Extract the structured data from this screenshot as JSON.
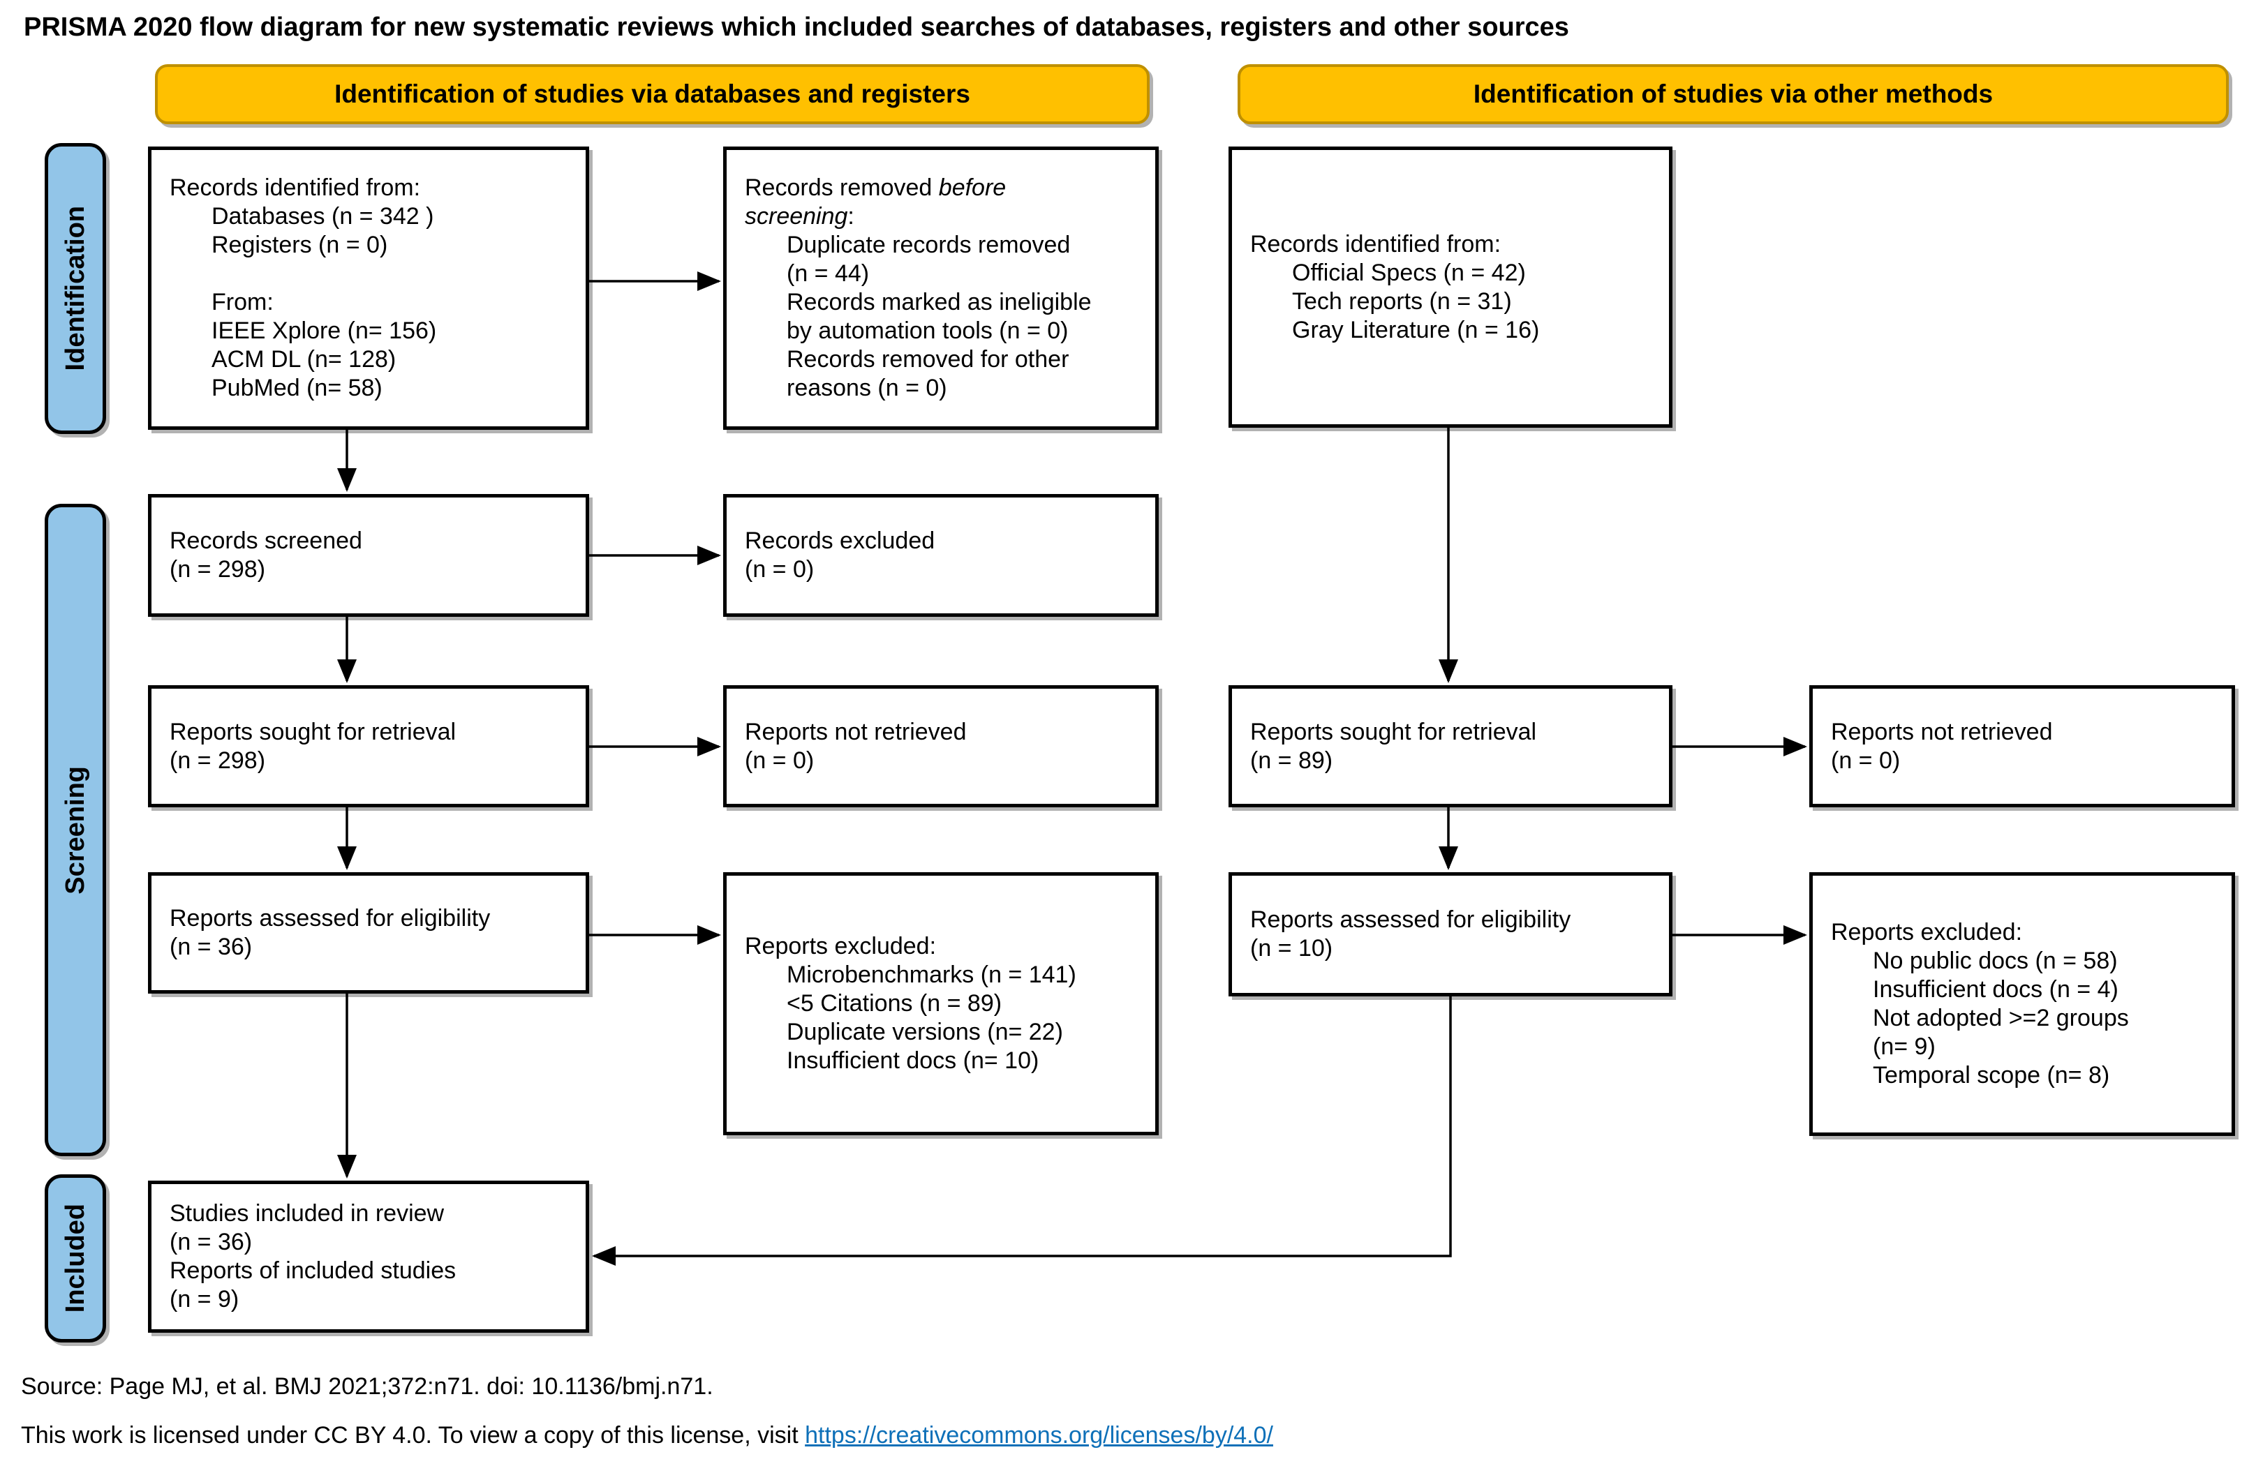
{
  "title": "PRISMA 2020 flow diagram for new systematic reviews which included searches of databases, registers and other sources",
  "banners": {
    "left": "Identification of studies via databases and registers",
    "right": "Identification of studies via other methods"
  },
  "stages": {
    "identification": "Identification",
    "screening": "Screening",
    "included": "Included"
  },
  "colors": {
    "banner_fill": "#FFC000",
    "banner_border": "#BF9000",
    "stage_fill": "#92C5E8",
    "link": "#0E70B8"
  },
  "boxes": {
    "records_identified_databases": {
      "lines": [
        {
          "ind": 0,
          "segs": [
            {
              "t": "Records identified from:"
            }
          ]
        },
        {
          "ind": 1,
          "segs": [
            {
              "t": "Databases (n = 342 )"
            }
          ]
        },
        {
          "ind": 1,
          "segs": [
            {
              "t": "Registers (n = 0)"
            }
          ]
        },
        {
          "ind": 0,
          "segs": [
            {
              "t": ""
            }
          ]
        },
        {
          "ind": 1,
          "segs": [
            {
              "t": "From:"
            }
          ]
        },
        {
          "ind": 1,
          "segs": [
            {
              "t": "IEEE Xplore (n= 156)"
            }
          ]
        },
        {
          "ind": 1,
          "segs": [
            {
              "t": "ACM DL (n= 128)"
            }
          ]
        },
        {
          "ind": 1,
          "segs": [
            {
              "t": "PubMed (n= 58)"
            }
          ]
        }
      ]
    },
    "records_removed_before_screening": {
      "lines": [
        {
          "ind": 0,
          "segs": [
            {
              "t": "Records removed "
            },
            {
              "t": "before",
              "italic": true
            }
          ]
        },
        {
          "ind": 0,
          "segs": [
            {
              "t": "screening",
              "italic": true
            },
            {
              "t": ":"
            }
          ]
        },
        {
          "ind": 1,
          "segs": [
            {
              "t": "Duplicate records removed"
            }
          ]
        },
        {
          "ind": 1,
          "segs": [
            {
              "t": "(n = 44)"
            }
          ]
        },
        {
          "ind": 1,
          "segs": [
            {
              "t": "Records marked as ineligible"
            }
          ]
        },
        {
          "ind": 1,
          "segs": [
            {
              "t": "by automation tools (n = 0)"
            }
          ]
        },
        {
          "ind": 1,
          "segs": [
            {
              "t": "Records removed for other"
            }
          ]
        },
        {
          "ind": 1,
          "segs": [
            {
              "t": "reasons (n = 0)"
            }
          ]
        }
      ]
    },
    "records_identified_other": {
      "lines": [
        {
          "ind": 0,
          "segs": [
            {
              "t": "Records identified from:"
            }
          ]
        },
        {
          "ind": 1,
          "segs": [
            {
              "t": "Official Specs (n = 42)"
            }
          ]
        },
        {
          "ind": 1,
          "segs": [
            {
              "t": "Tech reports (n = 31)"
            }
          ]
        },
        {
          "ind": 1,
          "segs": [
            {
              "t": "Gray Literature (n = 16)"
            }
          ]
        }
      ]
    },
    "records_screened": {
      "lines": [
        {
          "ind": 0,
          "segs": [
            {
              "t": "Records screened"
            }
          ]
        },
        {
          "ind": 0,
          "segs": [
            {
              "t": "(n = 298)"
            }
          ]
        }
      ]
    },
    "records_excluded": {
      "lines": [
        {
          "ind": 0,
          "segs": [
            {
              "t": "Records excluded"
            }
          ]
        },
        {
          "ind": 0,
          "segs": [
            {
              "t": "(n = 0)"
            }
          ]
        }
      ]
    },
    "reports_sought_db": {
      "lines": [
        {
          "ind": 0,
          "segs": [
            {
              "t": "Reports sought for retrieval"
            }
          ]
        },
        {
          "ind": 0,
          "segs": [
            {
              "t": "(n = 298)"
            }
          ]
        }
      ]
    },
    "reports_not_retrieved_db": {
      "lines": [
        {
          "ind": 0,
          "segs": [
            {
              "t": "Reports not retrieved"
            }
          ]
        },
        {
          "ind": 0,
          "segs": [
            {
              "t": "(n = 0)"
            }
          ]
        }
      ]
    },
    "reports_assessed_db": {
      "lines": [
        {
          "ind": 0,
          "segs": [
            {
              "t": "Reports assessed for eligibility"
            }
          ]
        },
        {
          "ind": 0,
          "segs": [
            {
              "t": "(n = 36)"
            }
          ]
        }
      ]
    },
    "reports_excluded_db": {
      "lines": [
        {
          "ind": 0,
          "segs": [
            {
              "t": "Reports excluded:"
            }
          ]
        },
        {
          "ind": 1,
          "segs": [
            {
              "t": "Microbenchmarks (n = 141)"
            }
          ]
        },
        {
          "ind": 1,
          "segs": [
            {
              "t": "<5 Citations (n = 89)"
            }
          ]
        },
        {
          "ind": 1,
          "segs": [
            {
              "t": "Duplicate versions (n= 22)"
            }
          ]
        },
        {
          "ind": 1,
          "segs": [
            {
              "t": "Insufficient docs (n= 10)"
            }
          ]
        }
      ]
    },
    "reports_sought_other": {
      "lines": [
        {
          "ind": 0,
          "segs": [
            {
              "t": "Reports sought for retrieval"
            }
          ]
        },
        {
          "ind": 0,
          "segs": [
            {
              "t": "(n = 89)"
            }
          ]
        }
      ]
    },
    "reports_not_retrieved_other": {
      "lines": [
        {
          "ind": 0,
          "segs": [
            {
              "t": "Reports not retrieved"
            }
          ]
        },
        {
          "ind": 0,
          "segs": [
            {
              "t": "(n = 0)"
            }
          ]
        }
      ]
    },
    "reports_assessed_other": {
      "lines": [
        {
          "ind": 0,
          "segs": [
            {
              "t": "Reports assessed for eligibility"
            }
          ]
        },
        {
          "ind": 0,
          "segs": [
            {
              "t": "(n = 10)"
            }
          ]
        }
      ]
    },
    "reports_excluded_other": {
      "lines": [
        {
          "ind": 0,
          "segs": [
            {
              "t": "Reports excluded:"
            }
          ]
        },
        {
          "ind": 1,
          "segs": [
            {
              "t": "No public docs (n = 58)"
            }
          ]
        },
        {
          "ind": 1,
          "segs": [
            {
              "t": "Insufficient docs (n = 4)"
            }
          ]
        },
        {
          "ind": 1,
          "segs": [
            {
              "t": "Not adopted >=2 groups"
            }
          ]
        },
        {
          "ind": 1,
          "segs": [
            {
              "t": "(n= 9)"
            }
          ]
        },
        {
          "ind": 1,
          "segs": [
            {
              "t": "Temporal scope (n= 8)"
            }
          ]
        }
      ]
    },
    "studies_included": {
      "lines": [
        {
          "ind": 0,
          "segs": [
            {
              "t": "Studies included in review"
            }
          ]
        },
        {
          "ind": 0,
          "segs": [
            {
              "t": "(n = 36)"
            }
          ]
        },
        {
          "ind": 0,
          "segs": [
            {
              "t": "Reports of included studies"
            }
          ]
        },
        {
          "ind": 0,
          "segs": [
            {
              "t": "(n = 9)"
            }
          ]
        }
      ]
    }
  },
  "footer": {
    "source": "Source: Page MJ, et al. BMJ 2021;372:n71. doi: 10.1136/bmj.n71.",
    "license_text": "This work is licensed under CC BY 4.0. To view a copy of this license, visit ",
    "license_link": "https://creativecommons.org/licenses/by/4.0/"
  }
}
